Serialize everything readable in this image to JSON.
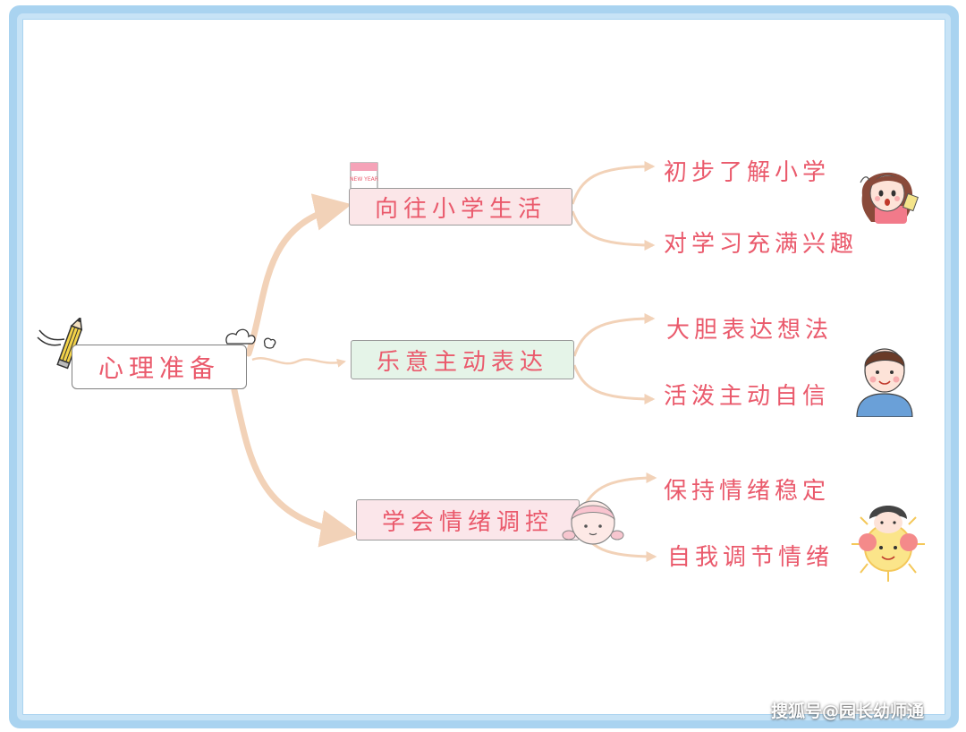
{
  "mindmap": {
    "root": {
      "label": "心理准备"
    },
    "branches": [
      {
        "label": "向往小学生活",
        "leaves": [
          "初步了解小学",
          "对学习充满兴趣"
        ]
      },
      {
        "label": "乐意主动表达",
        "leaves": [
          "大胆表达想法",
          "活泼主动自信"
        ]
      },
      {
        "label": "学会情绪调控",
        "leaves": [
          "保持情绪稳定",
          "自我调节情绪"
        ]
      }
    ]
  },
  "decorations": {
    "calendar_sticker_text": "NEW YEAR",
    "icons": [
      "pencil-icon",
      "cloud-puff-icon",
      "calendar-icon",
      "girl-thinking-icon",
      "boy-smiling-icon",
      "girl-pigtails-icon",
      "sun-girl-icon"
    ]
  },
  "watermark": "搜狐号@园长幼师通",
  "colors": {
    "text_pink": "#ea5a6c",
    "frame_blue": "#a9d3f0",
    "branch_pink_bg": "#fbe6e8",
    "branch_green_bg": "#e5f4e8",
    "connector": "#f2d2b8"
  }
}
